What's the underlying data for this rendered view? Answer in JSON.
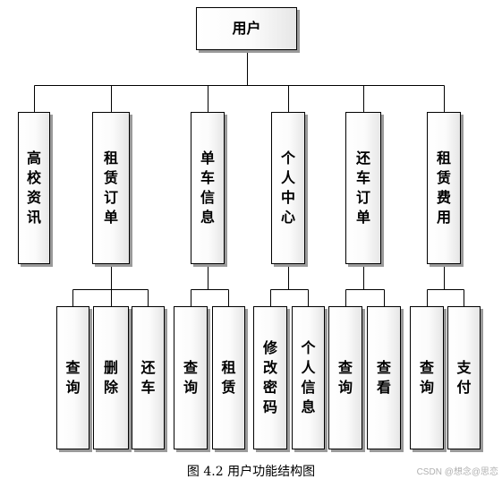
{
  "diagram": {
    "root": "用户",
    "modules": [
      {
        "label": "高校资讯",
        "children": []
      },
      {
        "label": "租赁订单",
        "children": [
          "查询",
          "删除",
          "还车"
        ]
      },
      {
        "label": "单车信息",
        "children": [
          "查询",
          "租赁"
        ]
      },
      {
        "label": "个人中心",
        "children": [
          "修改密码",
          "个人信息"
        ]
      },
      {
        "label": "还车订单",
        "children": [
          "查询",
          "查看"
        ]
      },
      {
        "label": "租赁费用",
        "children": [
          "查询",
          "支付"
        ]
      }
    ]
  },
  "caption": "图 4.2  用户功能结构图",
  "watermark": "CSDN @想念@思恋",
  "colors": {
    "line": "#000000",
    "box_border": "#000000",
    "shadow": "#9a9a9a",
    "text": "#000000",
    "watermark": "#b0b0b0"
  }
}
